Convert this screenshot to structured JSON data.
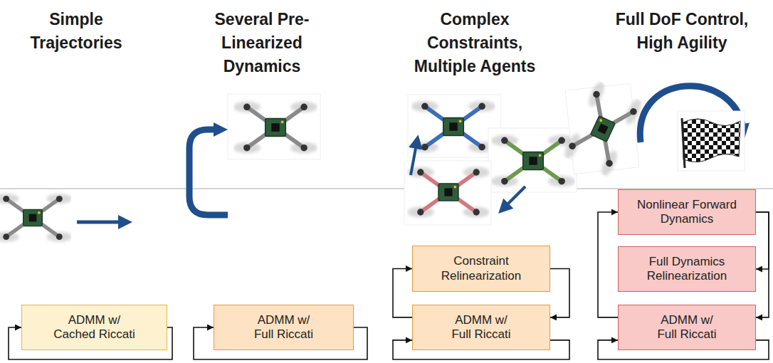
{
  "diagram": {
    "nodes": [
      {
        "text": [
          "ADMM w/ Cached Riccati"
        ]
      },
      {
        "text": [
          "ADMM w/ Full Riccati"
        ]
      },
      {
        "text": [
          "Constraint Relinearization"
        ]
      },
      {
        "text": [
          "ADMM w/ Full Riccati"
        ]
      },
      {
        "text": [
          "Nonlinear Forward Dynamics"
        ]
      },
      {
        "text": [
          "Full Dynamics Relinearization"
        ]
      },
      {
        "text": [
          "ADMM w/ Full Riccati"
        ]
      }
    ],
    "edges": [
      {
        "from": 0,
        "to": 0,
        "arrow": "to"
      },
      {
        "from": 1,
        "to": 1,
        "arrow": "to"
      },
      {
        "from": 3,
        "to": 2,
        "arrow": "to"
      },
      {
        "from": 2,
        "to": 3,
        "arrow": "to"
      },
      {
        "from": 3,
        "to": 3,
        "arrow": "to"
      },
      {
        "from": 6,
        "to": 4,
        "arrow": "to"
      },
      {
        "from": 4,
        "to": 5,
        "arrow": "to"
      },
      {
        "from": 4,
        "to": 6,
        "arrow": "to"
      },
      {
        "from": 6,
        "to": 6,
        "arrow": "to"
      }
    ],
    "labels": [
      "Simple Trajectories",
      "Several Pre-Linearized Dynamics",
      "Complex Constraints, Multiple Agents",
      "Full DoF Control, High Agility"
    ]
  }
}
